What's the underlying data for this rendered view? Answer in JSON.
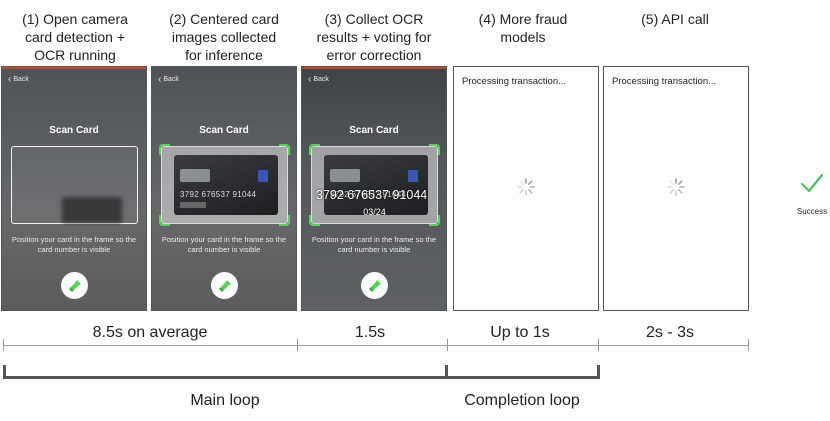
{
  "steps": [
    {
      "caption": [
        "(1) Open camera",
        "card detection +",
        "OCR running"
      ]
    },
    {
      "caption": [
        "(2) Centered card",
        "images collected",
        "for inference"
      ]
    },
    {
      "caption": [
        "(3) Collect OCR",
        "results + voting for",
        "error correction"
      ]
    },
    {
      "caption": [
        "(4) More fraud",
        "models"
      ]
    },
    {
      "caption": [
        "(5) API call"
      ]
    }
  ],
  "scan_screen": {
    "back_label": "Back",
    "title": "Scan Card",
    "hint": "Position your card in the frame so the card number is visible",
    "card_number": "3792 676537 91044",
    "ocr_number": "3792 676537 91044",
    "ocr_expiry": "03/24"
  },
  "processing_text": "Processing transaction...",
  "success_label": "Success",
  "timings": [
    "8.5s on average",
    "1.5s",
    "Up to 1s",
    "2s - 3s"
  ],
  "loops": [
    "Main loop",
    "Completion loop"
  ],
  "colors": {
    "accent_green": "#58d35a",
    "success_green": "#4cbe5c",
    "top_bar": "#c2452d"
  }
}
